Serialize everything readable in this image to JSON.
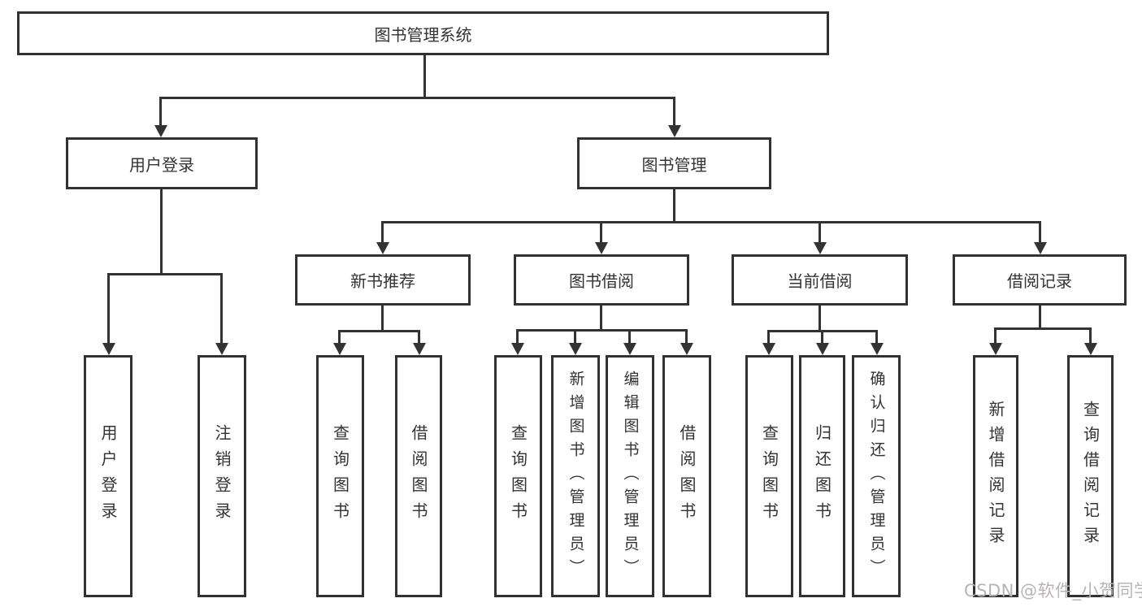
{
  "diagram": {
    "type": "tree",
    "title": "图书管理系统",
    "colors": {
      "background": "#ffffff",
      "box_border": "#323232",
      "connector_line": "#333333",
      "text": "#333333",
      "watermark_text": "#b9b4b4"
    },
    "nodes": {
      "root": {
        "label": "图书管理系统"
      },
      "user_login": {
        "label": "用户登录"
      },
      "book_management": {
        "label": "图书管理"
      },
      "new_book_recommend": {
        "label": "新书推荐"
      },
      "book_borrow": {
        "label": "图书借阅"
      },
      "current_borrow": {
        "label": "当前借阅"
      },
      "borrow_records": {
        "label": "借阅记录"
      },
      "leaf_user_login": {
        "label": "用户登录"
      },
      "leaf_logout": {
        "label": "注销登录"
      },
      "leaf_query_books_1": {
        "label": "查询图书"
      },
      "leaf_borrow_books_1": {
        "label": "借阅图书"
      },
      "leaf_query_books_2": {
        "label": "查询图书"
      },
      "leaf_add_books": {
        "label": "新增图书（管理员）"
      },
      "leaf_edit_books": {
        "label": "编辑图书（管理员）"
      },
      "leaf_borrow_books_2": {
        "label": "借阅图书"
      },
      "leaf_query_books_3": {
        "label": "查询图书"
      },
      "leaf_return_books": {
        "label": "归还图书"
      },
      "leaf_confirm_return": {
        "label": "确认归还（管理员）"
      },
      "leaf_add_borrow_record": {
        "label": "新增借阅记录"
      },
      "leaf_query_borrow_record": {
        "label": "查询借阅记录"
      }
    },
    "edges": [
      [
        "root",
        "user_login"
      ],
      [
        "root",
        "book_management"
      ],
      [
        "user_login",
        "leaf_user_login"
      ],
      [
        "user_login",
        "leaf_logout"
      ],
      [
        "book_management",
        "new_book_recommend"
      ],
      [
        "book_management",
        "book_borrow"
      ],
      [
        "book_management",
        "current_borrow"
      ],
      [
        "book_management",
        "borrow_records"
      ],
      [
        "new_book_recommend",
        "leaf_query_books_1"
      ],
      [
        "new_book_recommend",
        "leaf_borrow_books_1"
      ],
      [
        "book_borrow",
        "leaf_query_books_2"
      ],
      [
        "book_borrow",
        "leaf_add_books"
      ],
      [
        "book_borrow",
        "leaf_edit_books"
      ],
      [
        "book_borrow",
        "leaf_borrow_books_2"
      ],
      [
        "current_borrow",
        "leaf_query_books_3"
      ],
      [
        "current_borrow",
        "leaf_return_books"
      ],
      [
        "current_borrow",
        "leaf_confirm_return"
      ],
      [
        "borrow_records",
        "leaf_add_borrow_record"
      ],
      [
        "borrow_records",
        "leaf_query_borrow_record"
      ]
    ],
    "watermark": "CSDN @软件_小贺同学"
  }
}
